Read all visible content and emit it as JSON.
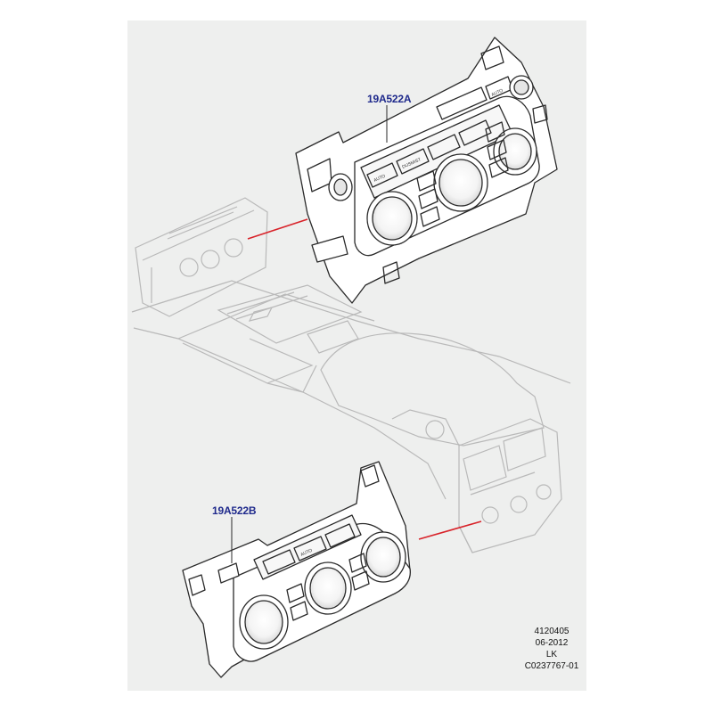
{
  "labels": {
    "part_a": "19A522A",
    "part_b": "19A522B"
  },
  "reference": {
    "illustration_number": "4120405",
    "date": "06-2012",
    "initials": "LK",
    "catalog_code": "C0237767-01"
  },
  "colors": {
    "background": "#eeefee",
    "linework": "#2a2a2a",
    "ghost_linework": "#b9b9b9",
    "label_text": "#1f2a8c",
    "leader_line": "#d8232a"
  }
}
